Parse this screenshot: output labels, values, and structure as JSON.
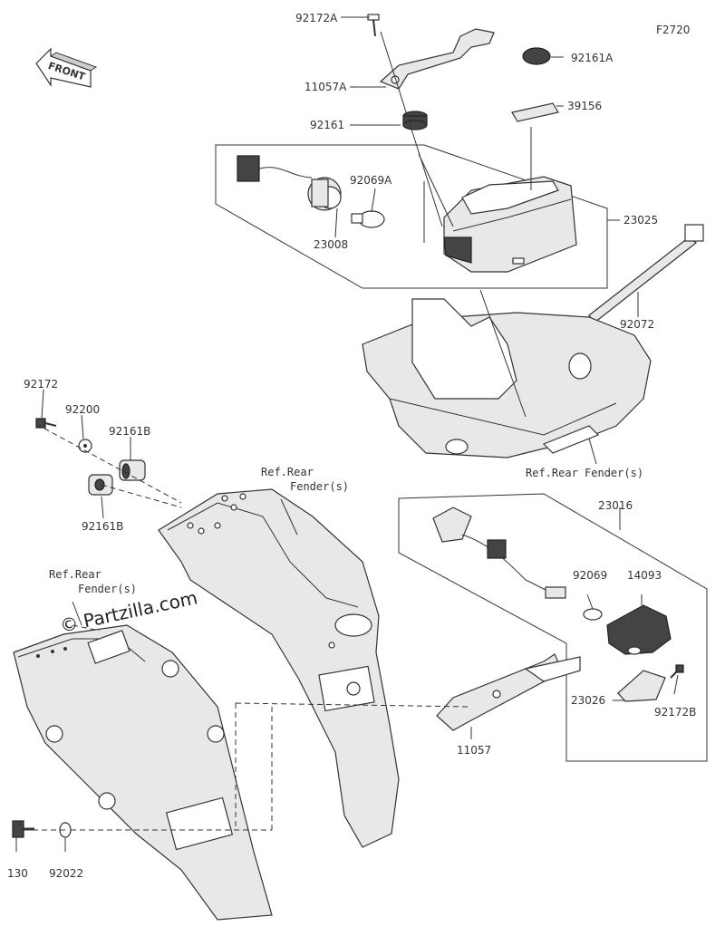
{
  "figure_code": "F2720",
  "front_label": "FRONT",
  "watermark": "© Partzilla.com",
  "ref_rear_fender": [
    "Ref.Rear",
    "Fender(s)"
  ],
  "ref_rear_fender_inline": "Ref.Rear Fender(s)",
  "parts": {
    "p92172A": "92172A",
    "p92161A": "92161A",
    "p11057A": "11057A",
    "p92161": "92161",
    "p39156": "39156",
    "p92069A": "92069A",
    "p23025": "23025",
    "p23008": "23008",
    "p92072": "92072",
    "p92172": "92172",
    "p92200": "92200",
    "p92161B_top": "92161B",
    "p92161B_bot": "92161B",
    "p23016": "23016",
    "p92069": "92069",
    "p14093": "14093",
    "p23026": "23026",
    "p92172B": "92172B",
    "p11057": "11057",
    "p130": "130",
    "p92022": "92022"
  }
}
